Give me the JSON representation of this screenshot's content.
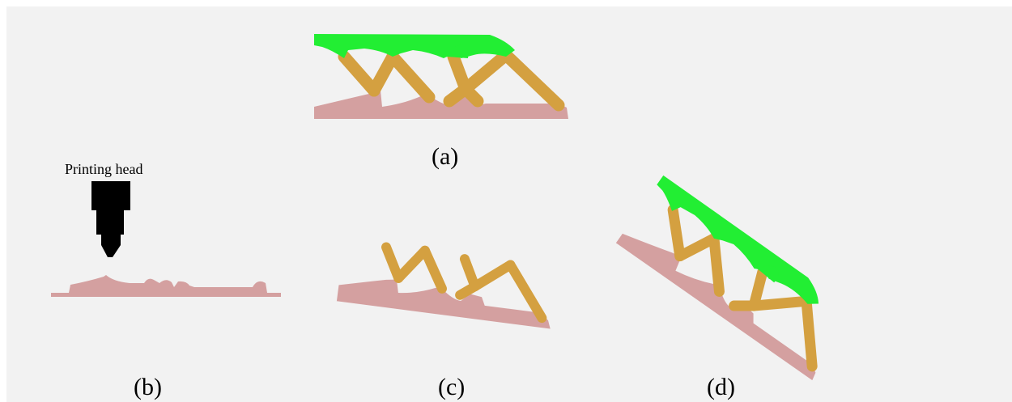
{
  "figure": {
    "panel_labels": {
      "a": "(a)",
      "b": "(b)",
      "c": "(c)",
      "d": "(d)"
    },
    "printing_head_label": "Printing head",
    "colors": {
      "background": "#f2f2f2",
      "top_layer": "#22ee33",
      "middle_layer": "#d4a040",
      "base_layer": "#d4a0a0",
      "printing_head": "#000000"
    }
  }
}
